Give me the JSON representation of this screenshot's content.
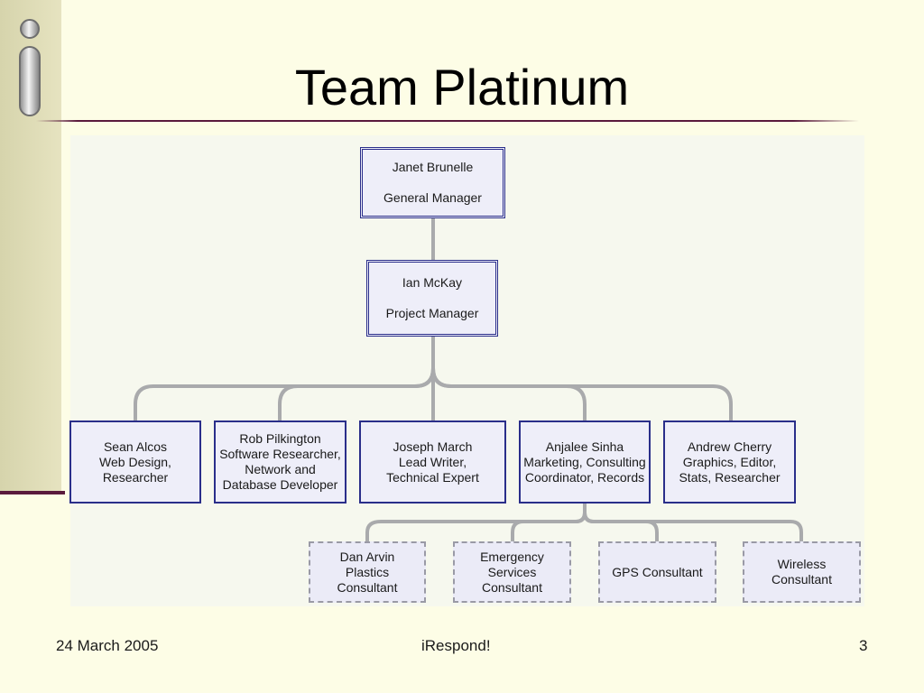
{
  "slide": {
    "title": "Team Platinum",
    "footer": {
      "date": "24 March 2005",
      "center": "iRespond!",
      "page": "3"
    }
  },
  "colors": {
    "background": "#fdfde6",
    "sidebar": "#dcd9b4",
    "accent": "#5a1a3c",
    "box_border": "#2a2e8a",
    "box_fill": "#eeeef9",
    "connector": "#a9aaac",
    "dashed_border": "#9a9aa6"
  },
  "org": {
    "general_manager": {
      "name": "Janet Brunelle",
      "role": "General Manager"
    },
    "project_manager": {
      "name": "Ian McKay",
      "role": "Project Manager"
    },
    "team": [
      {
        "text": "Sean Alcos\nWeb Design,\nResearcher"
      },
      {
        "text": "Rob Pilkington\nSoftware Researcher,\nNetwork and\nDatabase Developer"
      },
      {
        "text": "Joseph March\nLead Writer,\nTechnical Expert"
      },
      {
        "text": "Anjalee Sinha\nMarketing, Consulting\nCoordinator, Records"
      },
      {
        "text": "Andrew Cherry\nGraphics, Editor,\nStats, Researcher"
      }
    ],
    "consultants": [
      {
        "text": "Dan Arvin\nPlastics\nConsultant"
      },
      {
        "text": "Emergency\nServices\nConsultant"
      },
      {
        "text": "GPS Consultant"
      },
      {
        "text": "Wireless\nConsultant"
      }
    ]
  }
}
